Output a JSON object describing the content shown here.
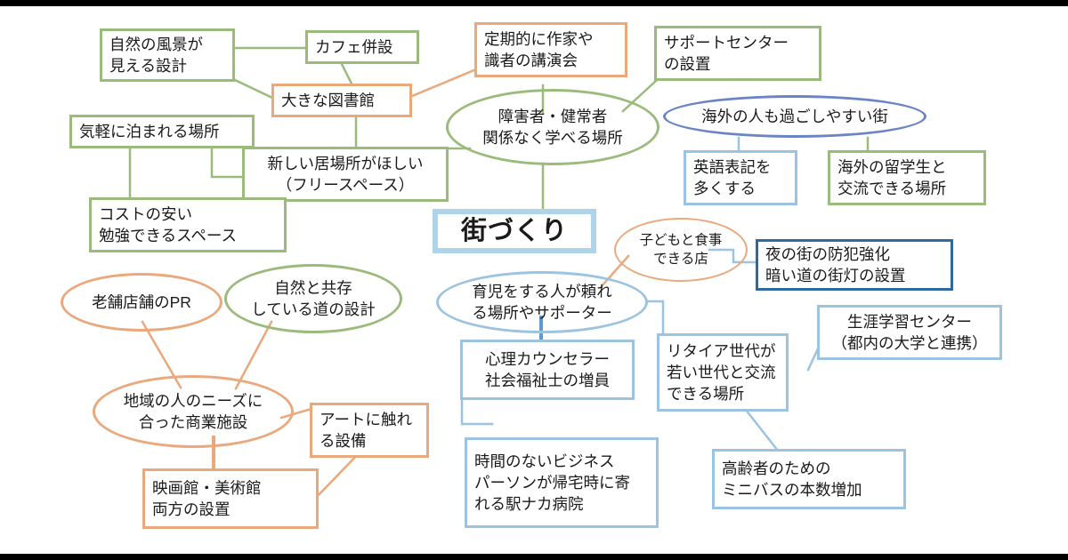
{
  "diagram": {
    "title": "街づくり",
    "type": "mind-map",
    "center": {
      "label": "街づくり",
      "color": "#add4e8"
    },
    "colors": {
      "green": "#9bbb7c",
      "orange": "#eaa87d",
      "blue": "#9cc3e0",
      "dark_blue": "#2e6a9e",
      "purple_blue": "#6b84c4",
      "light_blue": "#add4e8",
      "frame": "#000000",
      "background": "#ffffff"
    },
    "nodes": [
      {
        "id": "n1",
        "label": "自然の風景が\n見える設計",
        "shape": "rect",
        "color": "green"
      },
      {
        "id": "n2",
        "label": "カフェ併設",
        "shape": "rect",
        "color": "green"
      },
      {
        "id": "n3",
        "label": "大きな図書館",
        "shape": "rect",
        "color": "orange"
      },
      {
        "id": "n4",
        "label": "定期的に作家や\n識者の講演会",
        "shape": "rect",
        "color": "orange"
      },
      {
        "id": "n5",
        "label": "サポートセンター\nの設置",
        "shape": "rect",
        "color": "green"
      },
      {
        "id": "n6",
        "label": "気軽に泊まれる場所",
        "shape": "rect",
        "color": "green"
      },
      {
        "id": "n7",
        "label": "新しい居場所がほしい\n（フリースペース）",
        "shape": "rect",
        "color": "green"
      },
      {
        "id": "n8",
        "label": "コストの安い\n勉強できるスペース",
        "shape": "rect",
        "color": "green"
      },
      {
        "id": "n9",
        "label": "障害者・健常者\n関係なく学べる場所",
        "shape": "ellipse",
        "color": "green"
      },
      {
        "id": "n10",
        "label": "海外の人も過ごしやすい街",
        "shape": "ellipse",
        "color": "purple_blue"
      },
      {
        "id": "n11",
        "label": "英語表記を\n多くする",
        "shape": "rect",
        "color": "blue"
      },
      {
        "id": "n12",
        "label": "海外の留学生と\n交流できる場所",
        "shape": "rect",
        "color": "green"
      },
      {
        "id": "n13",
        "label": "子どもと食事\nできる店",
        "shape": "ellipse",
        "color": "orange"
      },
      {
        "id": "n14",
        "label": "夜の街の防犯強化\n暗い道の街灯の設置",
        "shape": "rect",
        "color": "dark_blue"
      },
      {
        "id": "n15",
        "label": "育児をする人が頼れ\nる場所やサポーター",
        "shape": "ellipse",
        "color": "blue"
      },
      {
        "id": "n16",
        "label": "心理カウンセラー\n社会福祉士の増員",
        "shape": "rect",
        "color": "blue"
      },
      {
        "id": "n17",
        "label": "時間のないビジネス\nパーソンが帰宅時に寄\nれる駅ナカ病院",
        "shape": "rect",
        "color": "blue"
      },
      {
        "id": "n18",
        "label": "リタイア世代が\n若い世代と交流\nできる場所",
        "shape": "rect",
        "color": "blue"
      },
      {
        "id": "n19",
        "label": "生涯学習センター\n（都内の大学と連携）",
        "shape": "rect",
        "color": "blue"
      },
      {
        "id": "n20",
        "label": "高齢者のための\nミニバスの本数増加",
        "shape": "rect",
        "color": "blue"
      },
      {
        "id": "n21",
        "label": "老舗店舗のPR",
        "shape": "ellipse",
        "color": "orange"
      },
      {
        "id": "n22",
        "label": "自然と共存\nしている道の設計",
        "shape": "ellipse",
        "color": "green"
      },
      {
        "id": "n23",
        "label": "地域の人のニーズに\n合った商業施設",
        "shape": "ellipse",
        "color": "orange"
      },
      {
        "id": "n24",
        "label": "アートに触れ\nる設備",
        "shape": "rect",
        "color": "orange"
      },
      {
        "id": "n25",
        "label": "映画館・美術館\n両方の設置",
        "shape": "rect",
        "color": "orange"
      }
    ],
    "edges": [
      {
        "from": "n1",
        "to": "n2",
        "color": "green"
      },
      {
        "from": "n1",
        "to": "n3",
        "color": "green"
      },
      {
        "from": "n2",
        "to": "n3",
        "color": "green"
      },
      {
        "from": "n3",
        "to": "n4",
        "color": "orange"
      },
      {
        "from": "n3",
        "to": "n7",
        "color": "green"
      },
      {
        "from": "n4",
        "to": "n9",
        "color": "green"
      },
      {
        "from": "n5",
        "to": "n9",
        "color": "green"
      },
      {
        "from": "n6",
        "to": "n7",
        "color": "green"
      },
      {
        "from": "n6",
        "to": "n8",
        "color": "green"
      },
      {
        "from": "n7",
        "to": "n9",
        "color": "green"
      },
      {
        "from": "n9",
        "to": "center",
        "color": "green"
      },
      {
        "from": "n10",
        "to": "n11",
        "color": "blue"
      },
      {
        "from": "n10",
        "to": "n12",
        "color": "green"
      },
      {
        "from": "n13",
        "to": "n15",
        "color": "orange"
      },
      {
        "from": "n13",
        "to": "n14",
        "color": "blue"
      },
      {
        "from": "n15",
        "to": "n16",
        "color": "blue"
      },
      {
        "from": "n15",
        "to": "n18",
        "color": "blue"
      },
      {
        "from": "n16",
        "to": "n17",
        "color": "blue"
      },
      {
        "from": "n18",
        "to": "n19",
        "color": "blue"
      },
      {
        "from": "n18",
        "to": "n20",
        "color": "blue"
      },
      {
        "from": "n21",
        "to": "n23",
        "color": "orange"
      },
      {
        "from": "n22",
        "to": "n23",
        "color": "orange"
      },
      {
        "from": "n23",
        "to": "n24",
        "color": "orange"
      },
      {
        "from": "n23",
        "to": "n25",
        "color": "orange"
      },
      {
        "from": "n24",
        "to": "n25",
        "color": "orange"
      }
    ]
  }
}
